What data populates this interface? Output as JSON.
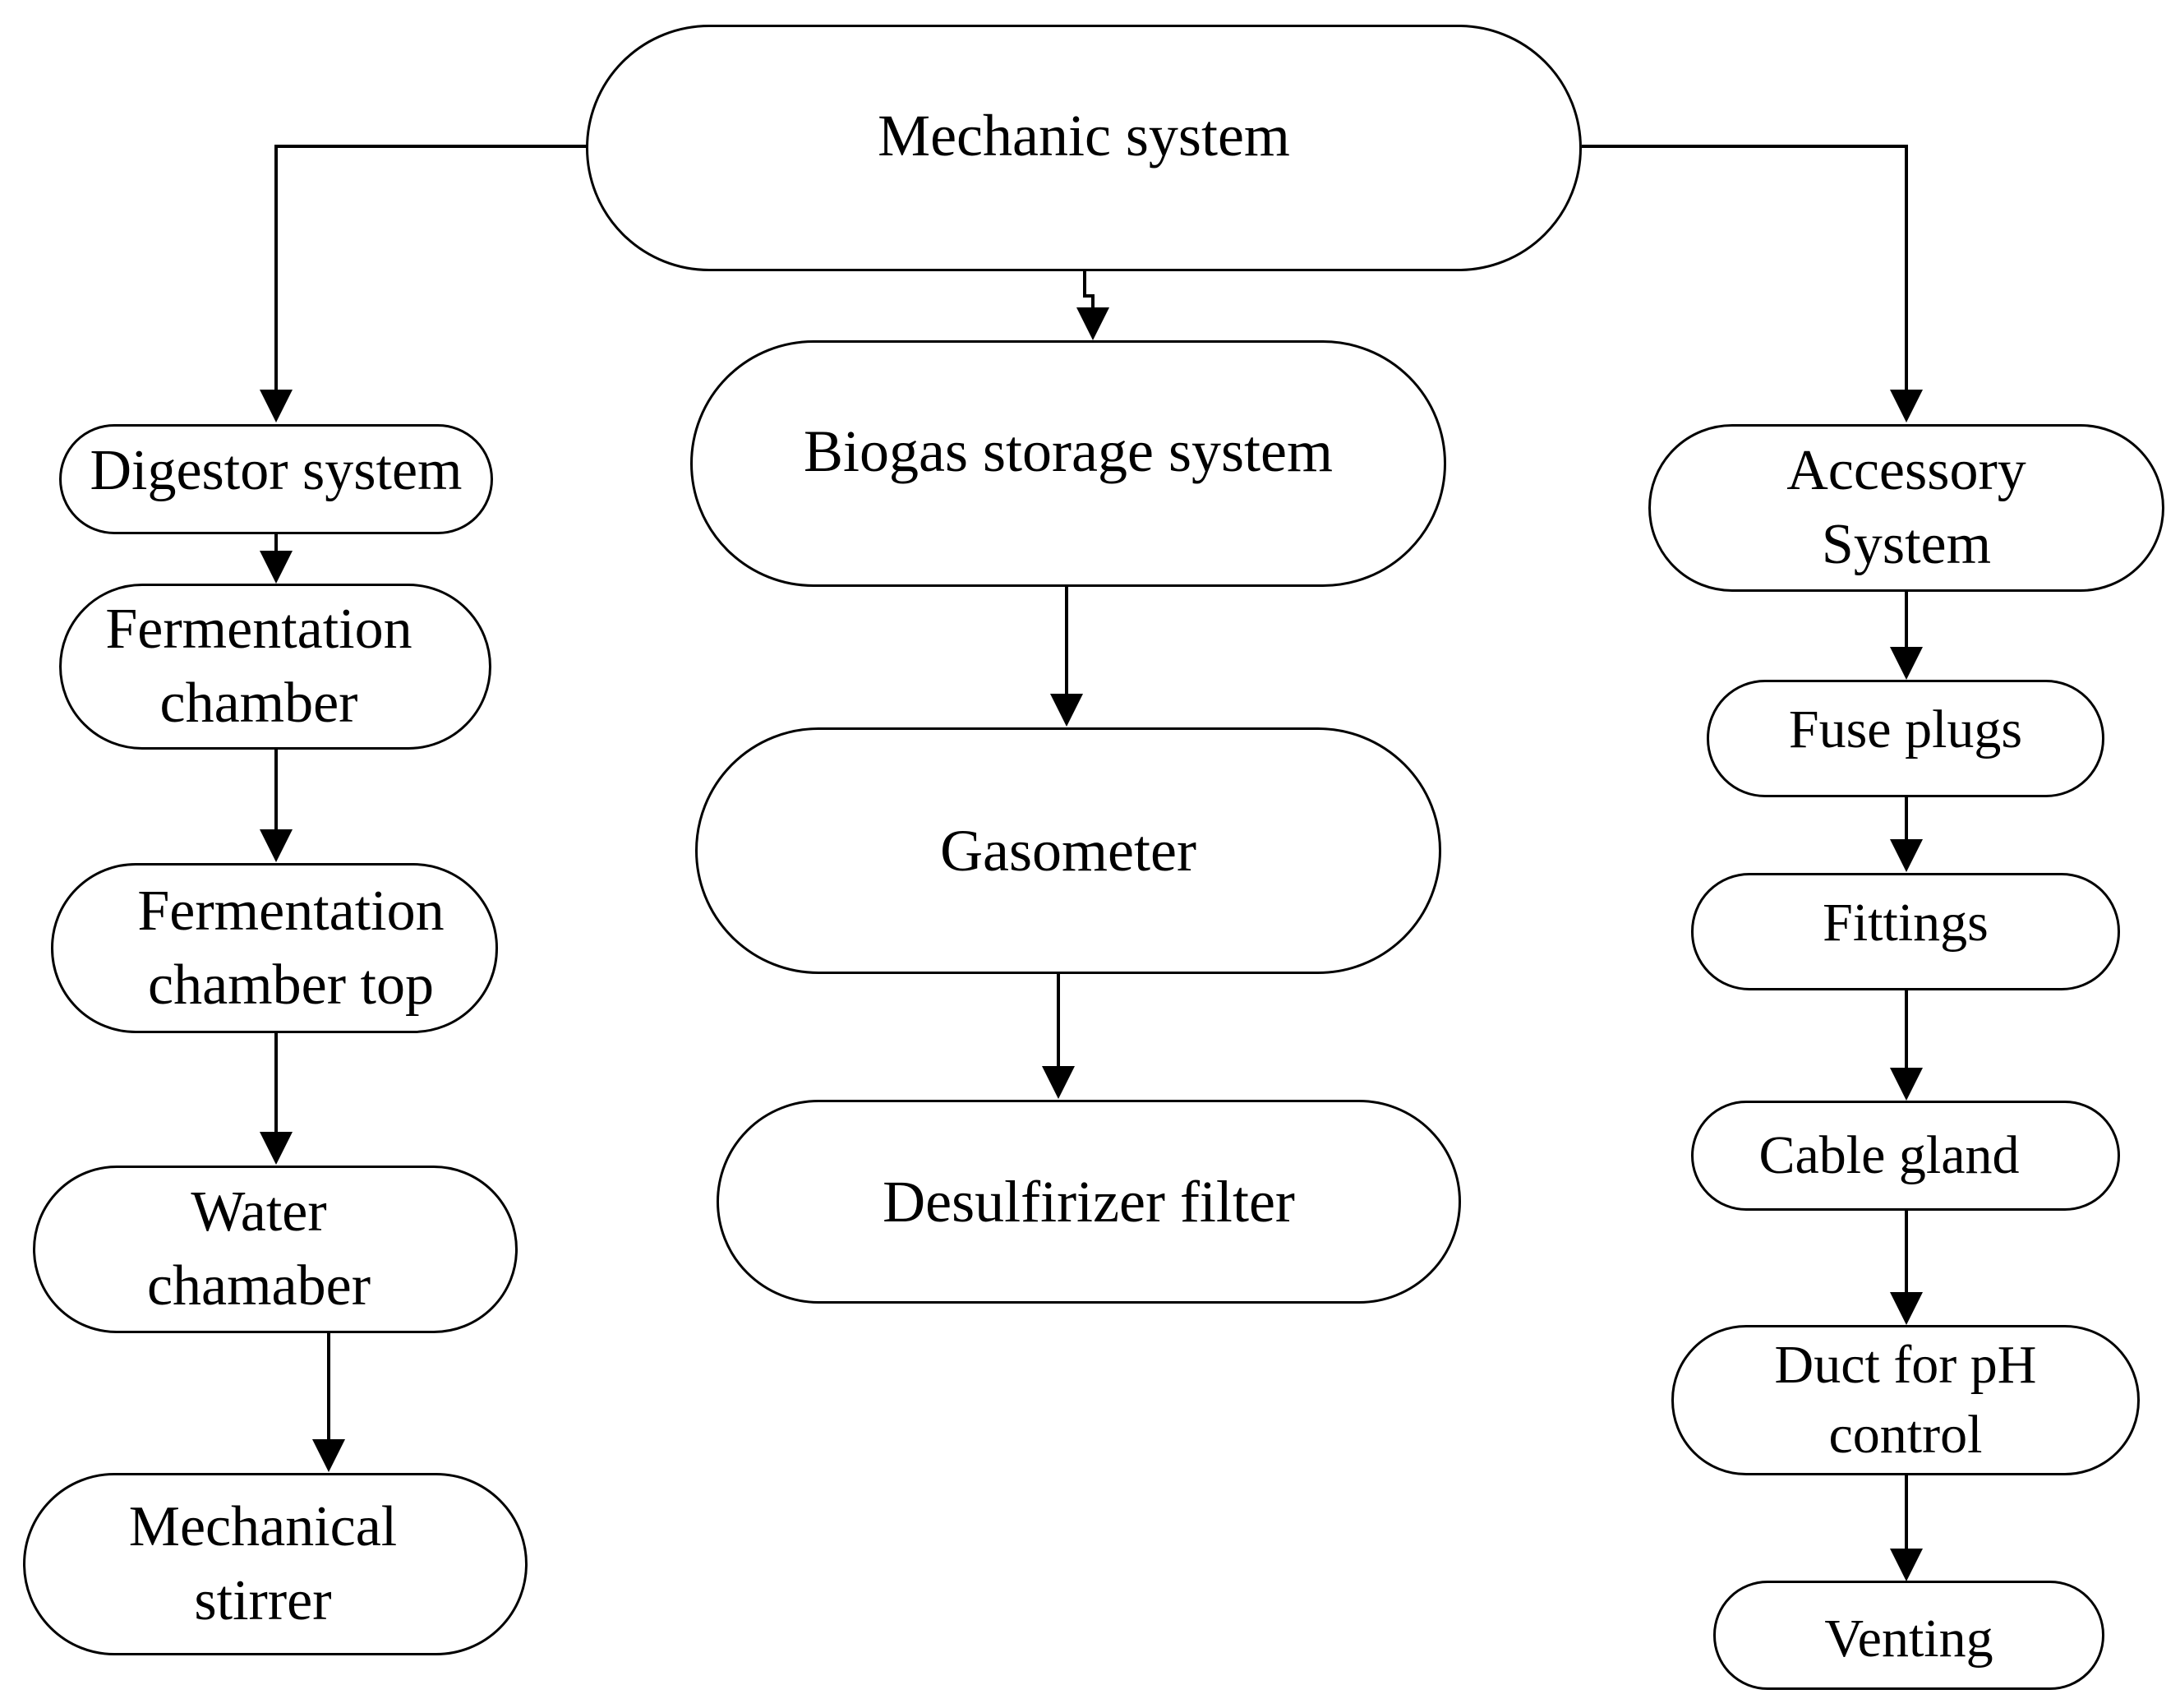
{
  "diagram": {
    "root": {
      "label": "Mechanic system"
    },
    "left": {
      "head": {
        "label": "Digestor system"
      },
      "items": [
        {
          "line1": "Fermentation",
          "line2": "chamber"
        },
        {
          "line1": "Fermentation",
          "line2": "chamber top"
        },
        {
          "line1": "Water",
          "line2": "chamaber"
        },
        {
          "line1": "Mechanical",
          "line2": "stirrer"
        }
      ]
    },
    "center": {
      "head": {
        "label": "Biogas storage system"
      },
      "items": [
        {
          "label": "Gasometer"
        },
        {
          "label": "Desulfirizer filter"
        }
      ]
    },
    "right": {
      "head": {
        "line1": "Accessory",
        "line2": "System"
      },
      "items": [
        {
          "label": "Fuse plugs"
        },
        {
          "label": "Fittings"
        },
        {
          "label": "Cable gland"
        },
        {
          "line1": "Duct for pH",
          "line2": "control"
        },
        {
          "label": "Venting"
        }
      ]
    }
  }
}
